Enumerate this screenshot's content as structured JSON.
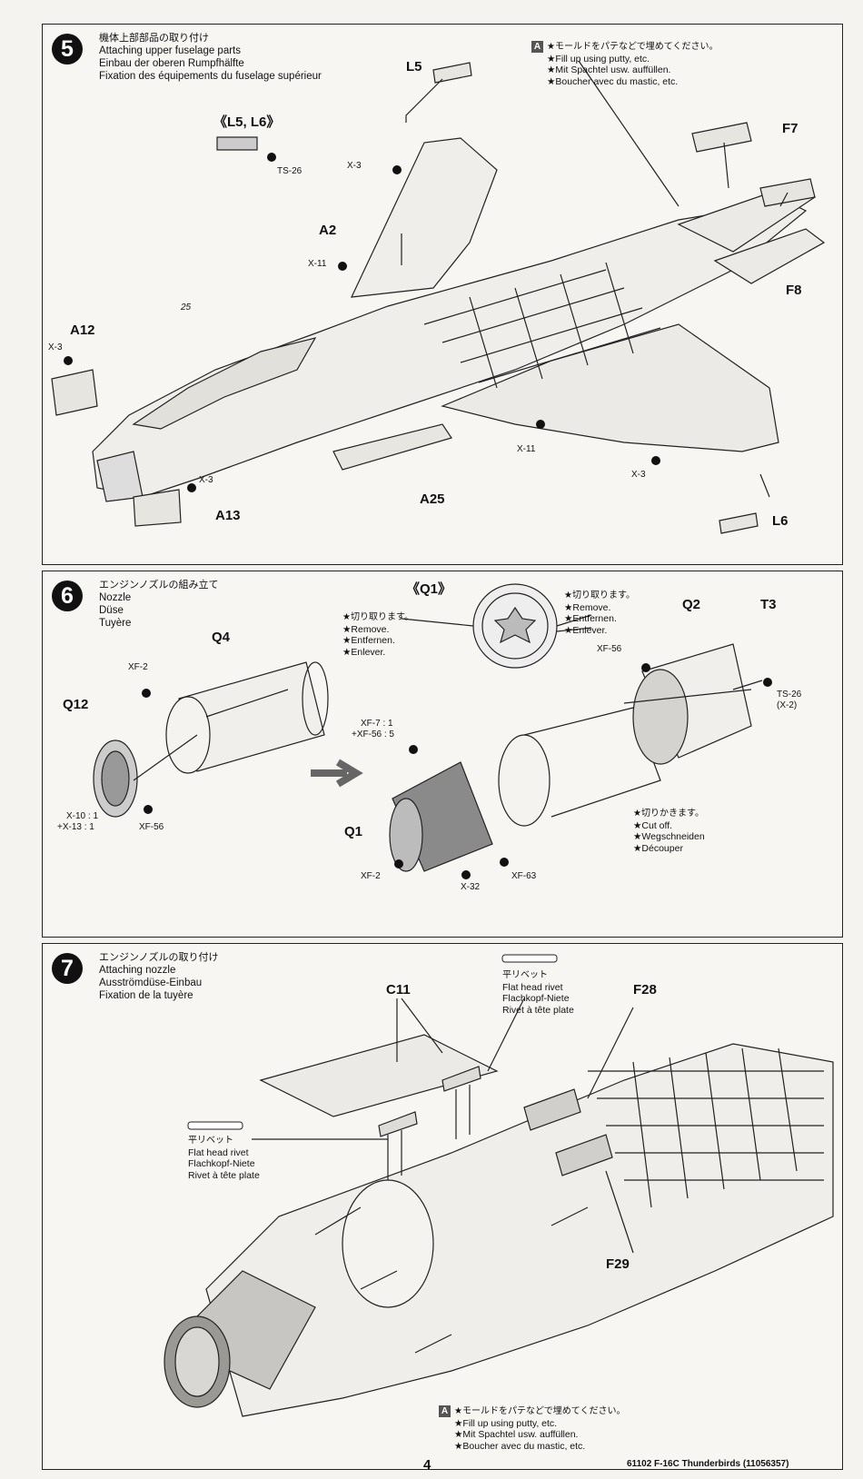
{
  "step5": {
    "number": "5",
    "title_jp": "機体上部部品の取り付け",
    "title_en": "Attaching upper fuselage parts",
    "title_de": "Einbau der oberen Rumpfhälfte",
    "title_fr": "Fixation des équipements du fuselage supérieur",
    "parts_group": "《L5, L6》",
    "note_tag": "A",
    "note_jp": "★モールドをパテなどで埋めてください。",
    "note_en": "★Fill up using putty, etc.",
    "note_de": "★Mit Spachtel usw. auffüllen.",
    "note_fr": "★Boucher avec du mastic, etc.",
    "labels": {
      "l5": "L5",
      "l6": "L6",
      "f7": "F7",
      "f8": "F8",
      "a2": "A2",
      "a12": "A12",
      "a13": "A13",
      "a25": "A25"
    },
    "paints": {
      "ts26": "TS-26",
      "x3a": "X-3",
      "x3b": "X-3",
      "x3c": "X-3",
      "x3d": "X-3",
      "x11a": "X-11",
      "x11b": "X-11"
    },
    "ref_num": "25"
  },
  "step6": {
    "number": "6",
    "title_jp": "エンジンノズルの組み立て",
    "title_en": "Nozzle",
    "title_de": "Düse",
    "title_fr": "Tuyère",
    "parts_group": "《Q1》",
    "remove_left": [
      "★切り取ります。",
      "★Remove.",
      "★Entfernen.",
      "★Enlever."
    ],
    "remove_right": [
      "★切り取ります。",
      "★Remove.",
      "★Entfernen.",
      "★Enlever."
    ],
    "cutoff": [
      "★切りかきます。",
      "★Cut off.",
      "★Wegschneiden",
      "★Découper"
    ],
    "labels": {
      "q4": "Q4",
      "q12": "Q12",
      "q1": "Q1",
      "q2": "Q2",
      "t3": "T3"
    },
    "paints": {
      "xf2a": "XF-2",
      "xf56a": "XF-56",
      "mix1a": "X-10 : 1",
      "mix1b": "+X-13 : 1",
      "mix2a": "XF-7 : 1",
      "mix2b": "+XF-56 : 5",
      "xf2b": "XF-2",
      "x32": "X-32",
      "xf63": "XF-63",
      "xf56b": "XF-56",
      "ts26": "TS-26",
      "ts26b": "(X-2)"
    }
  },
  "step7": {
    "number": "7",
    "title_jp": "エンジンノズルの取り付け",
    "title_en": "Attaching nozzle",
    "title_de": "Ausströmdüse-Einbau",
    "title_fr": "Fixation de la tuyère",
    "rivet_top": [
      "平リベット",
      "Flat head rivet",
      "Flachkopf-Niete",
      "Rivet à tête plate"
    ],
    "rivet_left": [
      "平リベット",
      "Flat head rivet",
      "Flachkopf-Niete",
      "Rivet à tête plate"
    ],
    "labels": {
      "c11": "C11",
      "f28": "F28",
      "f29": "F29"
    },
    "note_tag": "A",
    "note_jp": "★モールドをパテなどで埋めてください。",
    "note_en": "★Fill up using putty, etc.",
    "note_de": "★Mit Spachtel usw. auffüllen.",
    "note_fr": "★Boucher avec du mastic, etc."
  },
  "footer": {
    "page": "4",
    "code": "61102 F-16C Thunderbirds (11056357)"
  }
}
